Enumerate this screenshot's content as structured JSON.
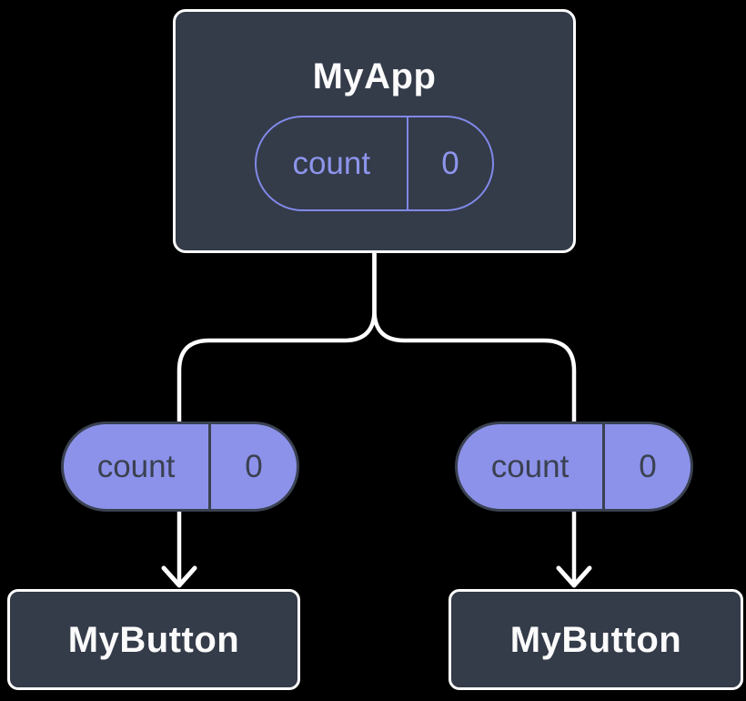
{
  "diagram": {
    "description": "React component tree passing state down as props",
    "background": "#000000",
    "colors": {
      "node_fill": "#343b49",
      "node_border": "#fdfdfd",
      "node_text": "#fbfbfb",
      "state_pill_accent": "#8089e8",
      "state_pill_text": "#8d95ec",
      "prop_pill_fill": "#8c92ea",
      "prop_pill_border": "#3a4150",
      "prop_pill_text": "#3a4150",
      "connector": "#ffffff"
    },
    "root_node": {
      "title": "MyApp",
      "state": {
        "name": "count",
        "value": "0"
      }
    },
    "props": [
      {
        "name": "count",
        "value": "0"
      },
      {
        "name": "count",
        "value": "0"
      }
    ],
    "children": [
      {
        "title": "MyButton"
      },
      {
        "title": "MyButton"
      }
    ]
  }
}
